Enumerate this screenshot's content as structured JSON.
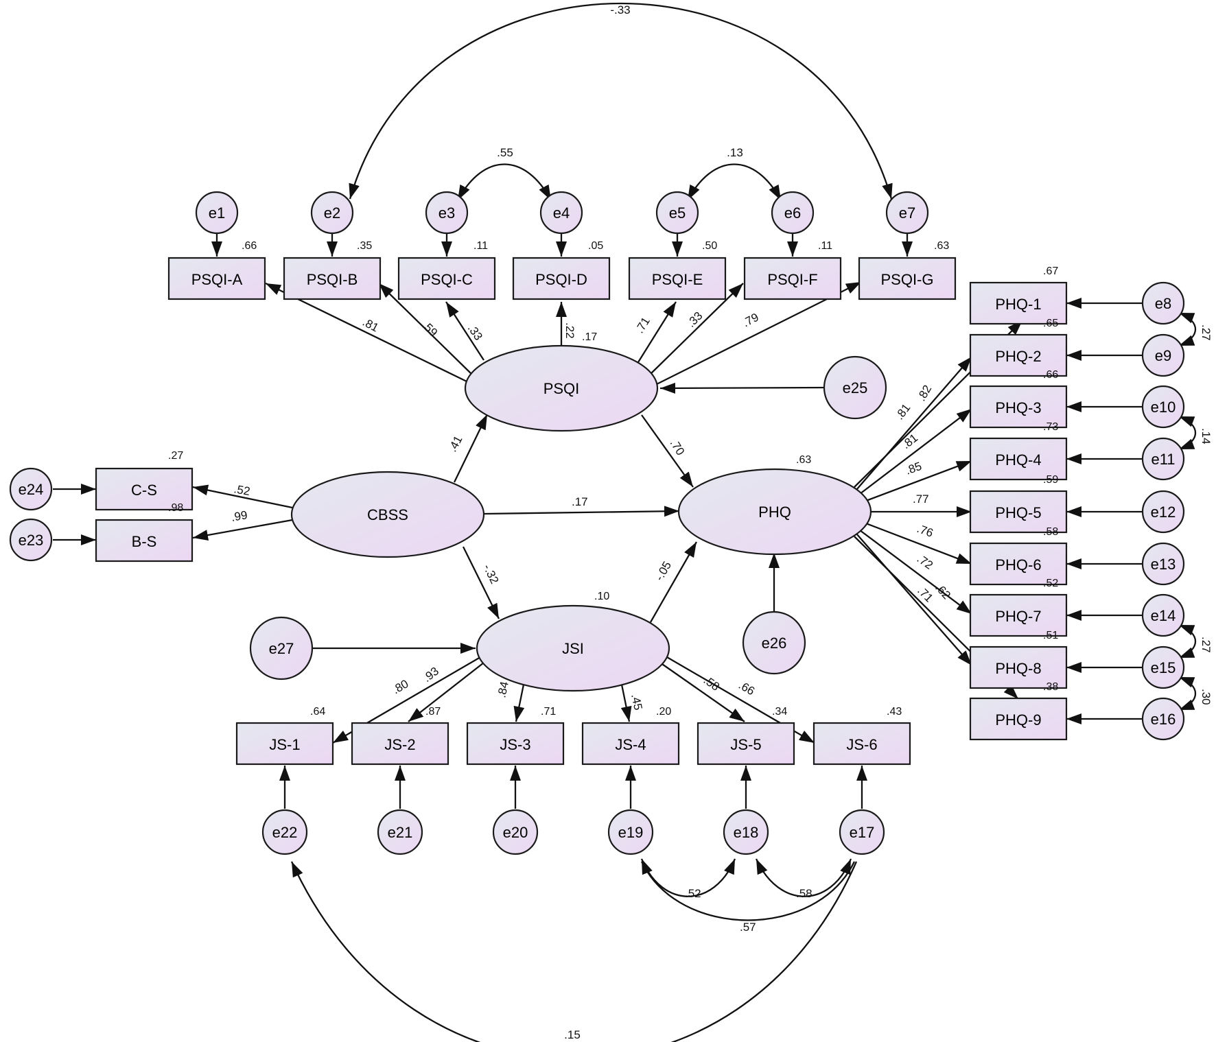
{
  "colors": {
    "fill_start": "#e4e8ef",
    "fill_end": "#ecd7f3",
    "stroke": "#1a1a1a",
    "background": "#ffffff"
  },
  "latent": {
    "psqi": "PSQI",
    "cbss": "CBSS",
    "phq": "PHQ",
    "jsi": "JSI"
  },
  "observed": {
    "psqi_items": [
      "PSQI-A",
      "PSQI-B",
      "PSQI-C",
      "PSQI-D",
      "PSQI-E",
      "PSQI-F",
      "PSQI-G"
    ],
    "phq_items": [
      "PHQ-1",
      "PHQ-2",
      "PHQ-3",
      "PHQ-4",
      "PHQ-5",
      "PHQ-6",
      "PHQ-7",
      "PHQ-8",
      "PHQ-9"
    ],
    "js_items": [
      "JS-1",
      "JS-2",
      "JS-3",
      "JS-4",
      "JS-5",
      "JS-6"
    ],
    "cbss_items": [
      "C-S",
      "B-S"
    ]
  },
  "errors": {
    "psqi": [
      "e1",
      "e2",
      "e3",
      "e4",
      "e5",
      "e6",
      "e7"
    ],
    "phq": [
      "e8",
      "e9",
      "e10",
      "e11",
      "e12",
      "e13",
      "e14",
      "e15",
      "e16"
    ],
    "js": [
      "e22",
      "e21",
      "e20",
      "e19",
      "e18",
      "e17"
    ],
    "cbss": [
      "e24",
      "e23"
    ],
    "structural": [
      "e25",
      "e26",
      "e27"
    ]
  },
  "r_squared": {
    "psqi_items": [
      ".66",
      ".35",
      ".11",
      ".05",
      ".50",
      ".11",
      ".63"
    ],
    "phq_items": [
      ".67",
      ".65",
      ".66",
      ".73",
      ".59",
      ".58",
      ".52",
      ".51",
      ".38"
    ],
    "js_items": [
      ".64",
      ".87",
      ".71",
      ".20",
      ".34",
      ".43"
    ],
    "cbss_items": [
      ".27",
      ".98"
    ],
    "psqi": ".17",
    "phq": ".63",
    "jsi": ".10"
  },
  "loadings": {
    "psqi": [
      ".81",
      ".59",
      ".33",
      ".22",
      ".71",
      ".33",
      ".79"
    ],
    "phq": [
      ".82",
      ".81",
      ".81",
      ".85",
      ".77",
      ".76",
      ".72",
      ".71",
      ".62"
    ],
    "jsi": [
      ".80",
      ".93",
      ".84",
      ".45",
      ".58",
      ".66"
    ],
    "cbss": [
      ".52",
      ".99"
    ]
  },
  "structural_paths": {
    "cbss_psqi": ".41",
    "psqi_phq": ".70",
    "cbss_phq": ".17",
    "cbss_jsi": "-.32",
    "jsi_phq": "-.05"
  },
  "covariances": {
    "e2_e7": "-.33",
    "e3_e4": ".55",
    "e5_e6": ".13",
    "e8_e9": ".27",
    "e10_e11": ".14",
    "e14_e15": ".27",
    "e15_e16": ".30",
    "e19_e18": ".52",
    "e18_e17": ".58",
    "e19_e17": ".57",
    "e22_e17": ".15"
  }
}
